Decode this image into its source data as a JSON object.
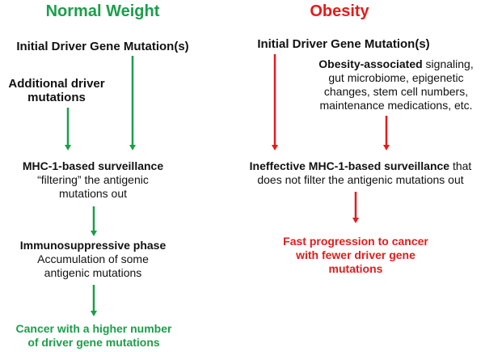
{
  "colors": {
    "normal": "#1b9e4b",
    "obesity": "#e41b1b"
  },
  "normal": {
    "title": "Normal Weight",
    "initial": "Initial Driver Gene Mutation(s)",
    "additional_1": "Additional driver",
    "additional_2": "mutations",
    "mhc_bold": "MHC-1-based surveillance",
    "mhc_2": "“filtering” the antigenic",
    "mhc_3": "mutations out",
    "immuno_bold": "Immunosuppressive phase",
    "immuno_2": "Accumulation of some",
    "immuno_3": "antigenic mutations",
    "outcome_1": "Cancer with a higher number",
    "outcome_2": "of driver gene mutations"
  },
  "obesity": {
    "title": "Obesity",
    "initial": "Initial Driver Gene Mutation(s)",
    "factors_bold": "Obesity-associated",
    "factors_1": " signaling,",
    "factors_2": "gut microbiome, epigenetic",
    "factors_3": "changes, stem cell numbers,",
    "factors_4": "maintenance medications, etc.",
    "ineffective_bold": "Ineffective MHC-1-based surveillance",
    "ineffective_1": " that",
    "ineffective_2": "does not filter the antigenic mutations out",
    "outcome_1": "Fast progression to cancer",
    "outcome_2": "with fewer driver gene",
    "outcome_3": "mutations"
  }
}
